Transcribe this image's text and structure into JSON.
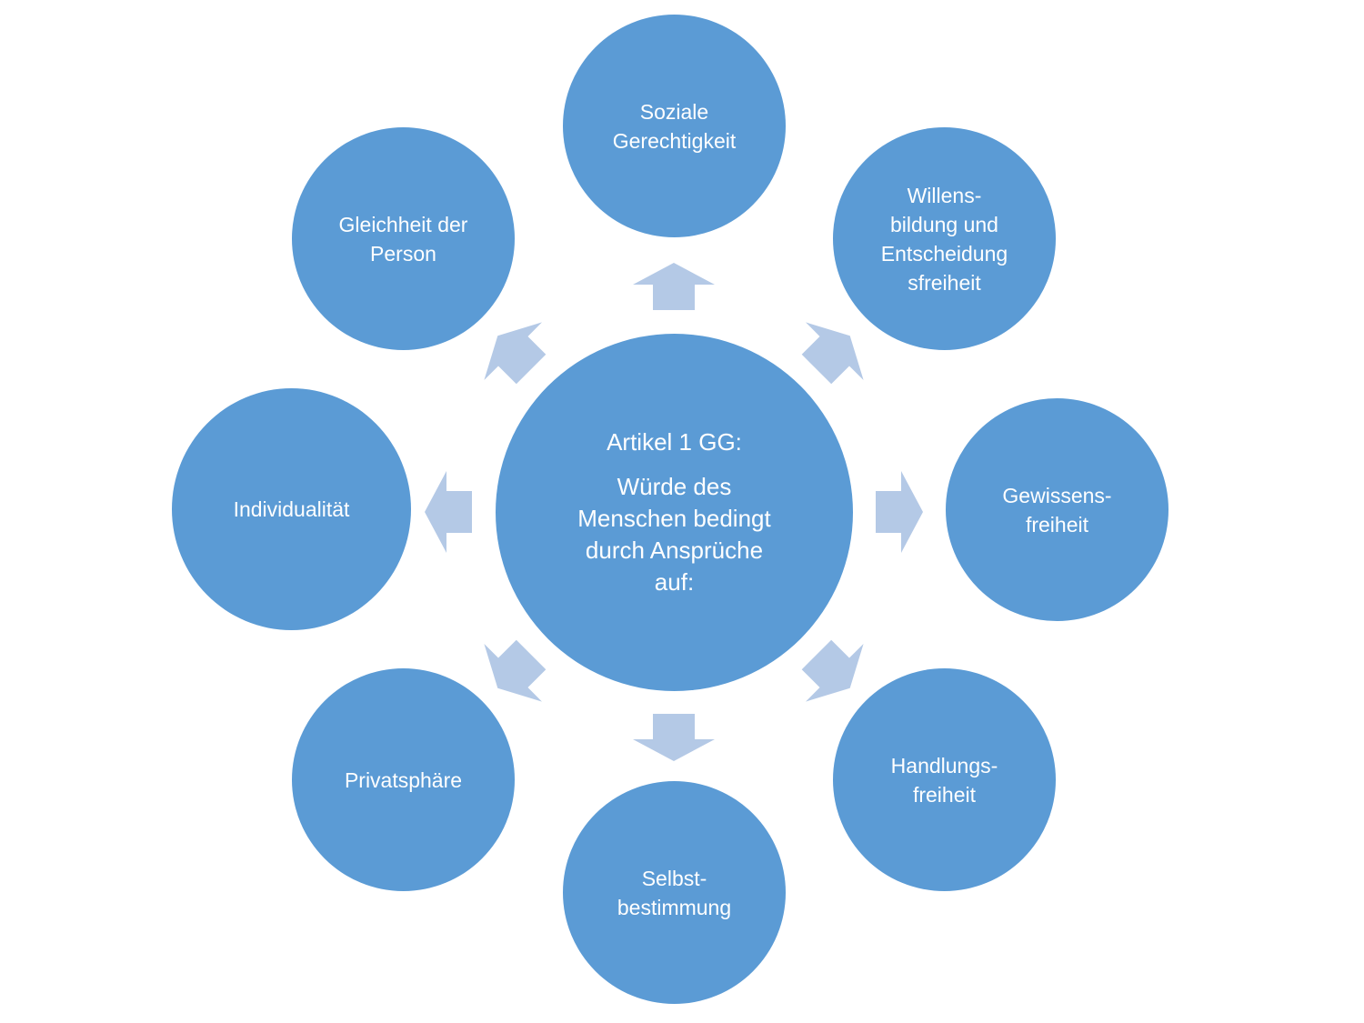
{
  "diagram": {
    "colors": {
      "node_fill": "#5B9BD5",
      "arrow_fill": "#B4C9E6",
      "text": "#FFFFFF",
      "background": "#FFFFFF"
    },
    "center": {
      "title": "Artikel 1 GG:",
      "text": "Würde des\nMenschen bedingt\ndurch Ansprüche\nauf:"
    },
    "nodes": [
      {
        "id": "soziale-gerechtigkeit",
        "label": "Soziale\nGerechtigkeit"
      },
      {
        "id": "willensbildung",
        "label": "Willens-\nbildung und\nEntscheidung\nsfreiheit"
      },
      {
        "id": "gewissensfreiheit",
        "label": "Gewissens-\nfreiheit"
      },
      {
        "id": "handlungsfreiheit",
        "label": "Handlungs-\nfreiheit"
      },
      {
        "id": "selbstbestimmung",
        "label": "Selbst-\nbestimmung"
      },
      {
        "id": "privatsphaere",
        "label": "Privatsphäre"
      },
      {
        "id": "individualitaet",
        "label": "Individualität"
      },
      {
        "id": "gleichheit",
        "label": "Gleichheit der\nPerson"
      }
    ],
    "arrow_icon": "arrow-outward-icon"
  }
}
